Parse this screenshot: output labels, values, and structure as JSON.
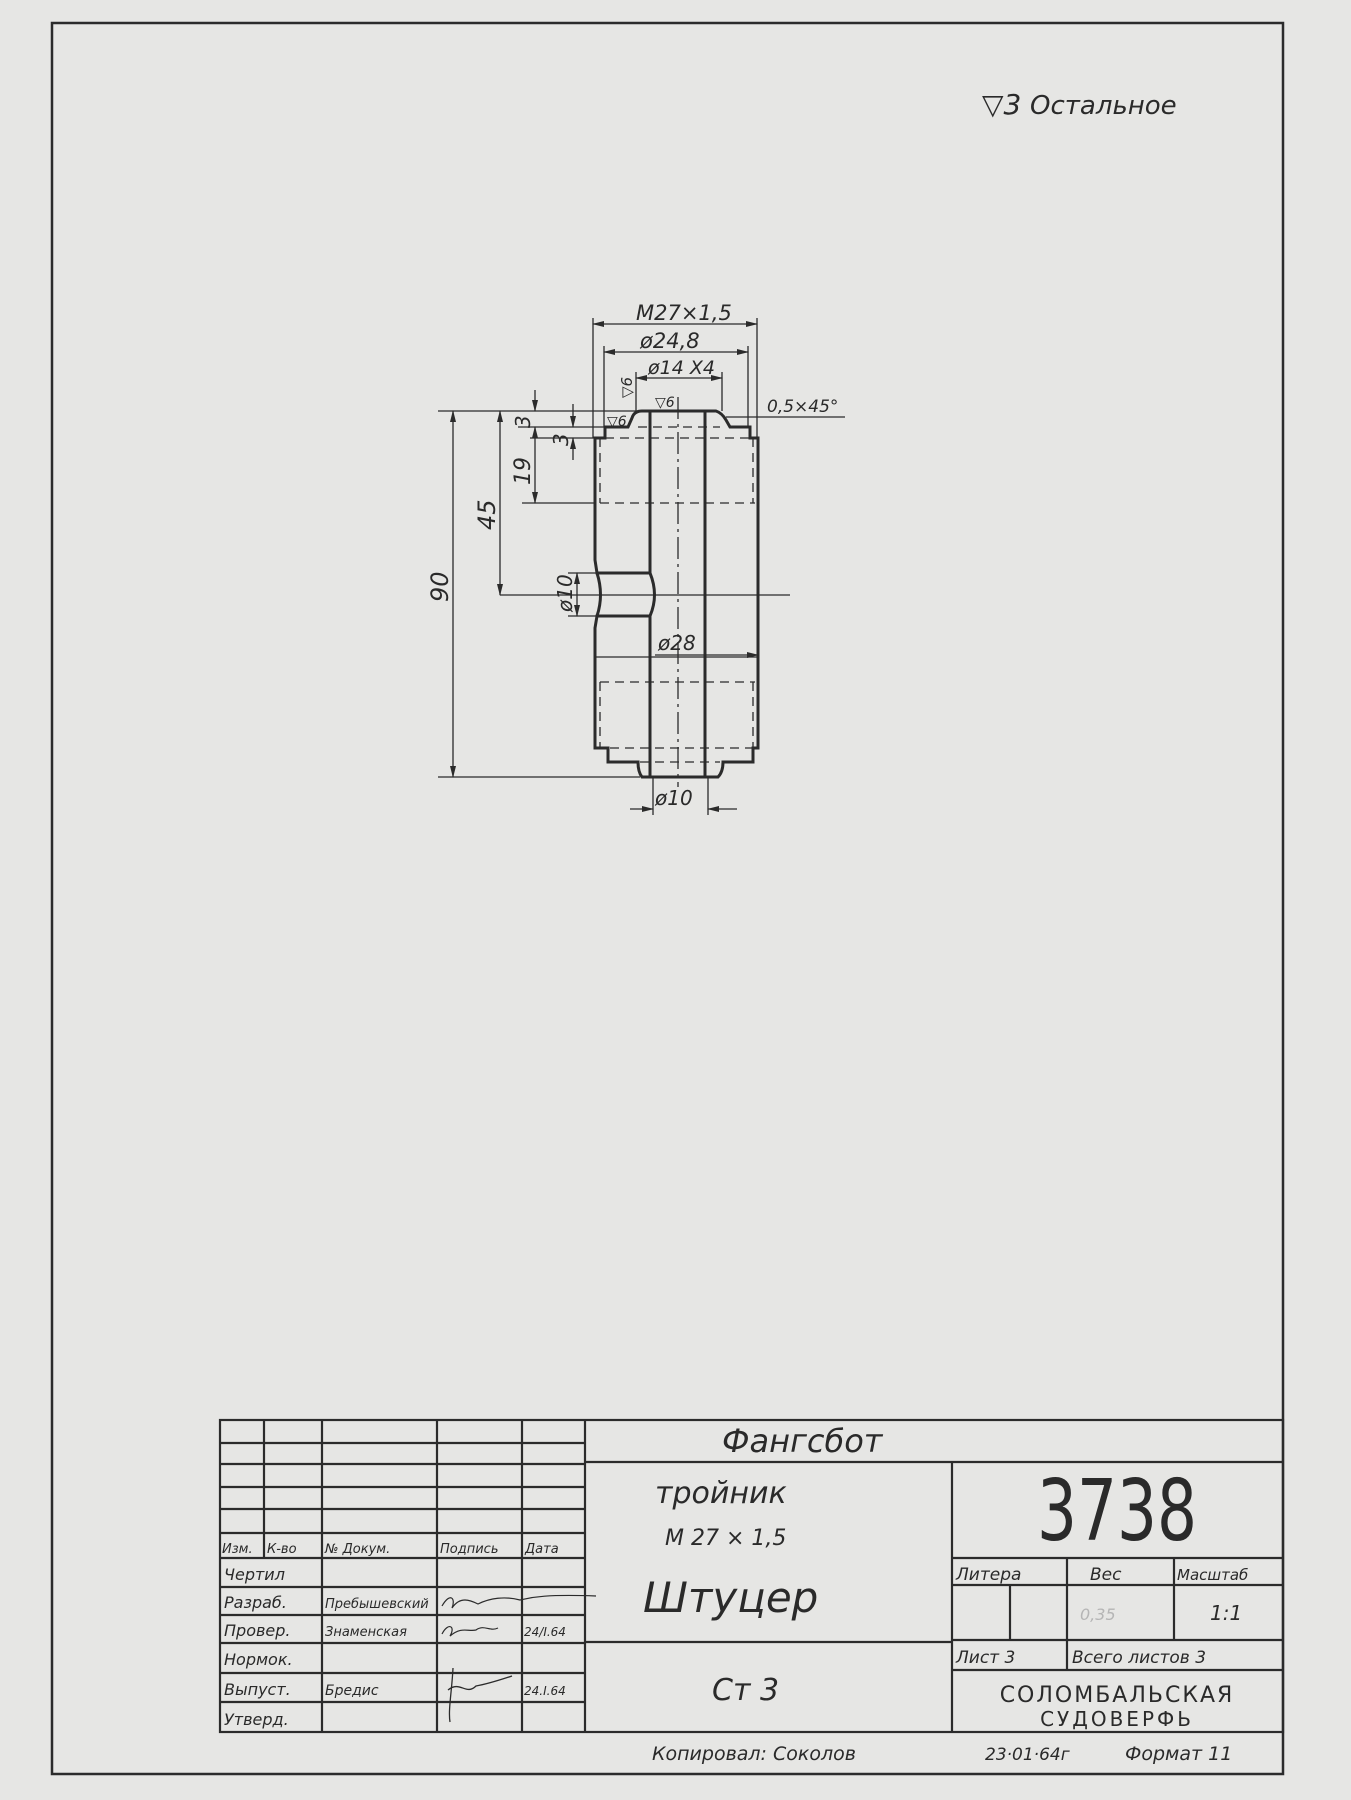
{
  "surface_note": {
    "symbol": "▽3",
    "text": "Остальное"
  },
  "dimensions": {
    "thread": "M27×1,5",
    "d_24_8": "ø24,8",
    "d_14": "ø14 X4",
    "chamfer": "0,5×45°",
    "len_90": "90",
    "len_45": "45",
    "len_19": "19",
    "len_3a": "3",
    "len_3b": "3",
    "hole_d10": "ø10",
    "d_28": "ø28",
    "bore_d10": "ø10",
    "rough_a": "▽6",
    "rough_b": "▽6",
    "rough_c": "▽6"
  },
  "title_block": {
    "project": "Фангсбот",
    "part_name_1": "тройник",
    "part_name_2": "М 27 × 1,5",
    "part_title": "Штуцер",
    "material": "Ст 3",
    "drawing_number": "3738",
    "col_headers": [
      "Изм.",
      "К-во",
      "№ Докум.",
      "Подпись",
      "Дата"
    ],
    "roles": [
      "Чертил",
      "Разраб.",
      "Провер.",
      "Нормок.",
      "Выпуст.",
      "Утверд."
    ],
    "names": {
      "razrab": "Пребышевский",
      "prover": "Знаменская",
      "vypust": "Бредис"
    },
    "dates": {
      "prover": "24/I.64",
      "vypust": "24.I.64"
    },
    "litera_label": "Литера",
    "weight_label": "Вес",
    "scale_label": "Масштаб",
    "weight_value": "0,35",
    "scale_value": "1:1",
    "sheet": "Лист 3",
    "sheets_total": "Всего листов 3",
    "org_line1": "СОЛОМБАЛЬСКАЯ",
    "org_line2": "СУДОВЕРФЬ"
  },
  "footer": {
    "copied": "Копировал: Соколов",
    "date": "23·01·64г",
    "format": "Формат 11"
  }
}
